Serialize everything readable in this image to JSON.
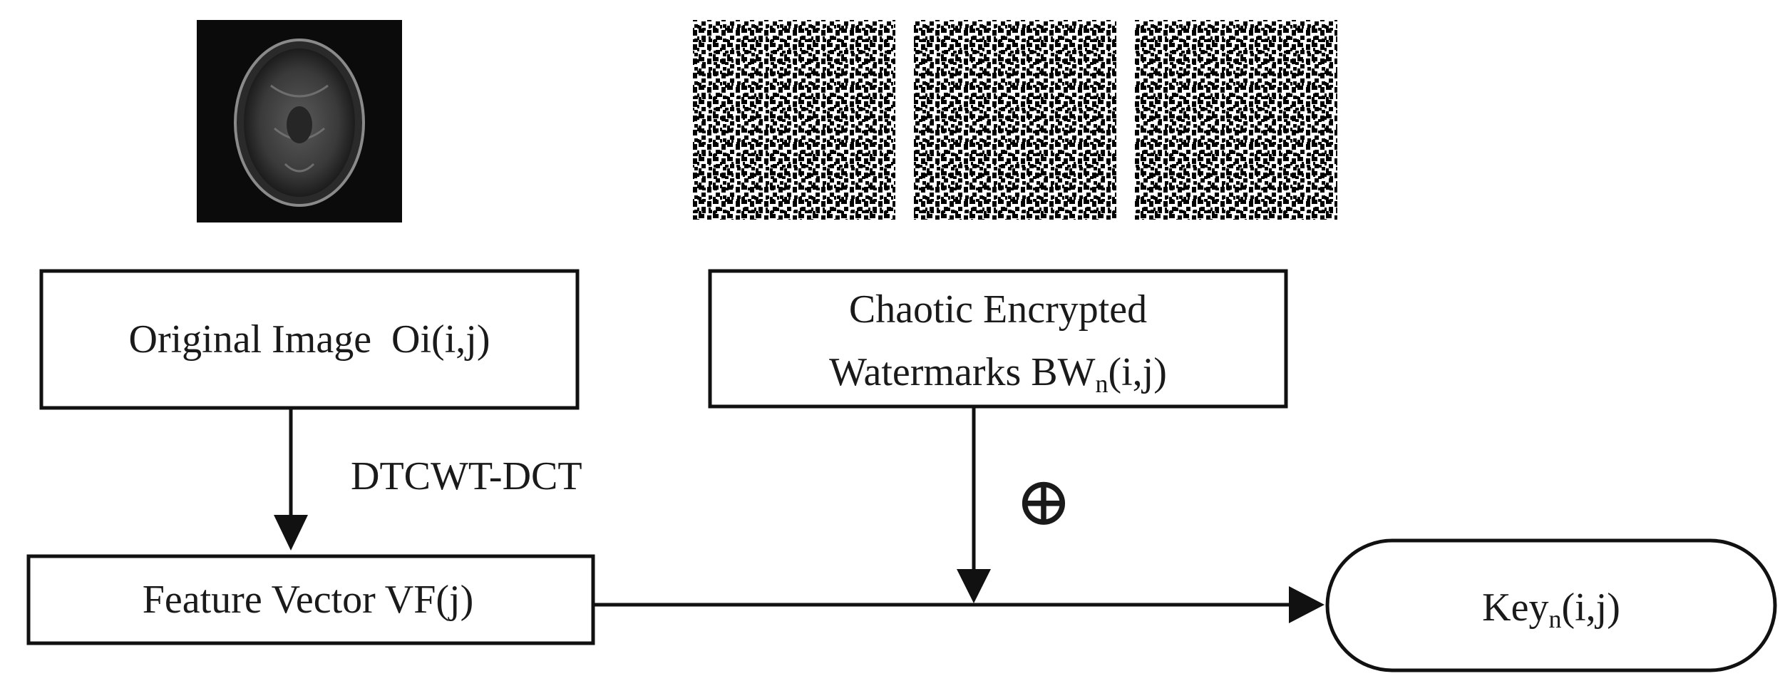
{
  "images": {
    "original_image": "mri-brain-scan",
    "watermarks": [
      "encrypted-watermark-1",
      "encrypted-watermark-2",
      "encrypted-watermark-3"
    ]
  },
  "boxes": {
    "original_image": "Original Image  Oi(i,j)",
    "watermarks": {
      "line1": "Chaotic Encrypted",
      "line2_prefix": "Watermarks BW",
      "line2_sub": "n",
      "line2_suffix": "(i,j)"
    },
    "feature_vector": "Feature Vector VF(j)",
    "key": {
      "prefix": "Key",
      "sub": "n",
      "suffix": "(i,j)"
    }
  },
  "edges": {
    "transform_label": "DTCWT-DCT",
    "xor_symbol": "⊕"
  }
}
